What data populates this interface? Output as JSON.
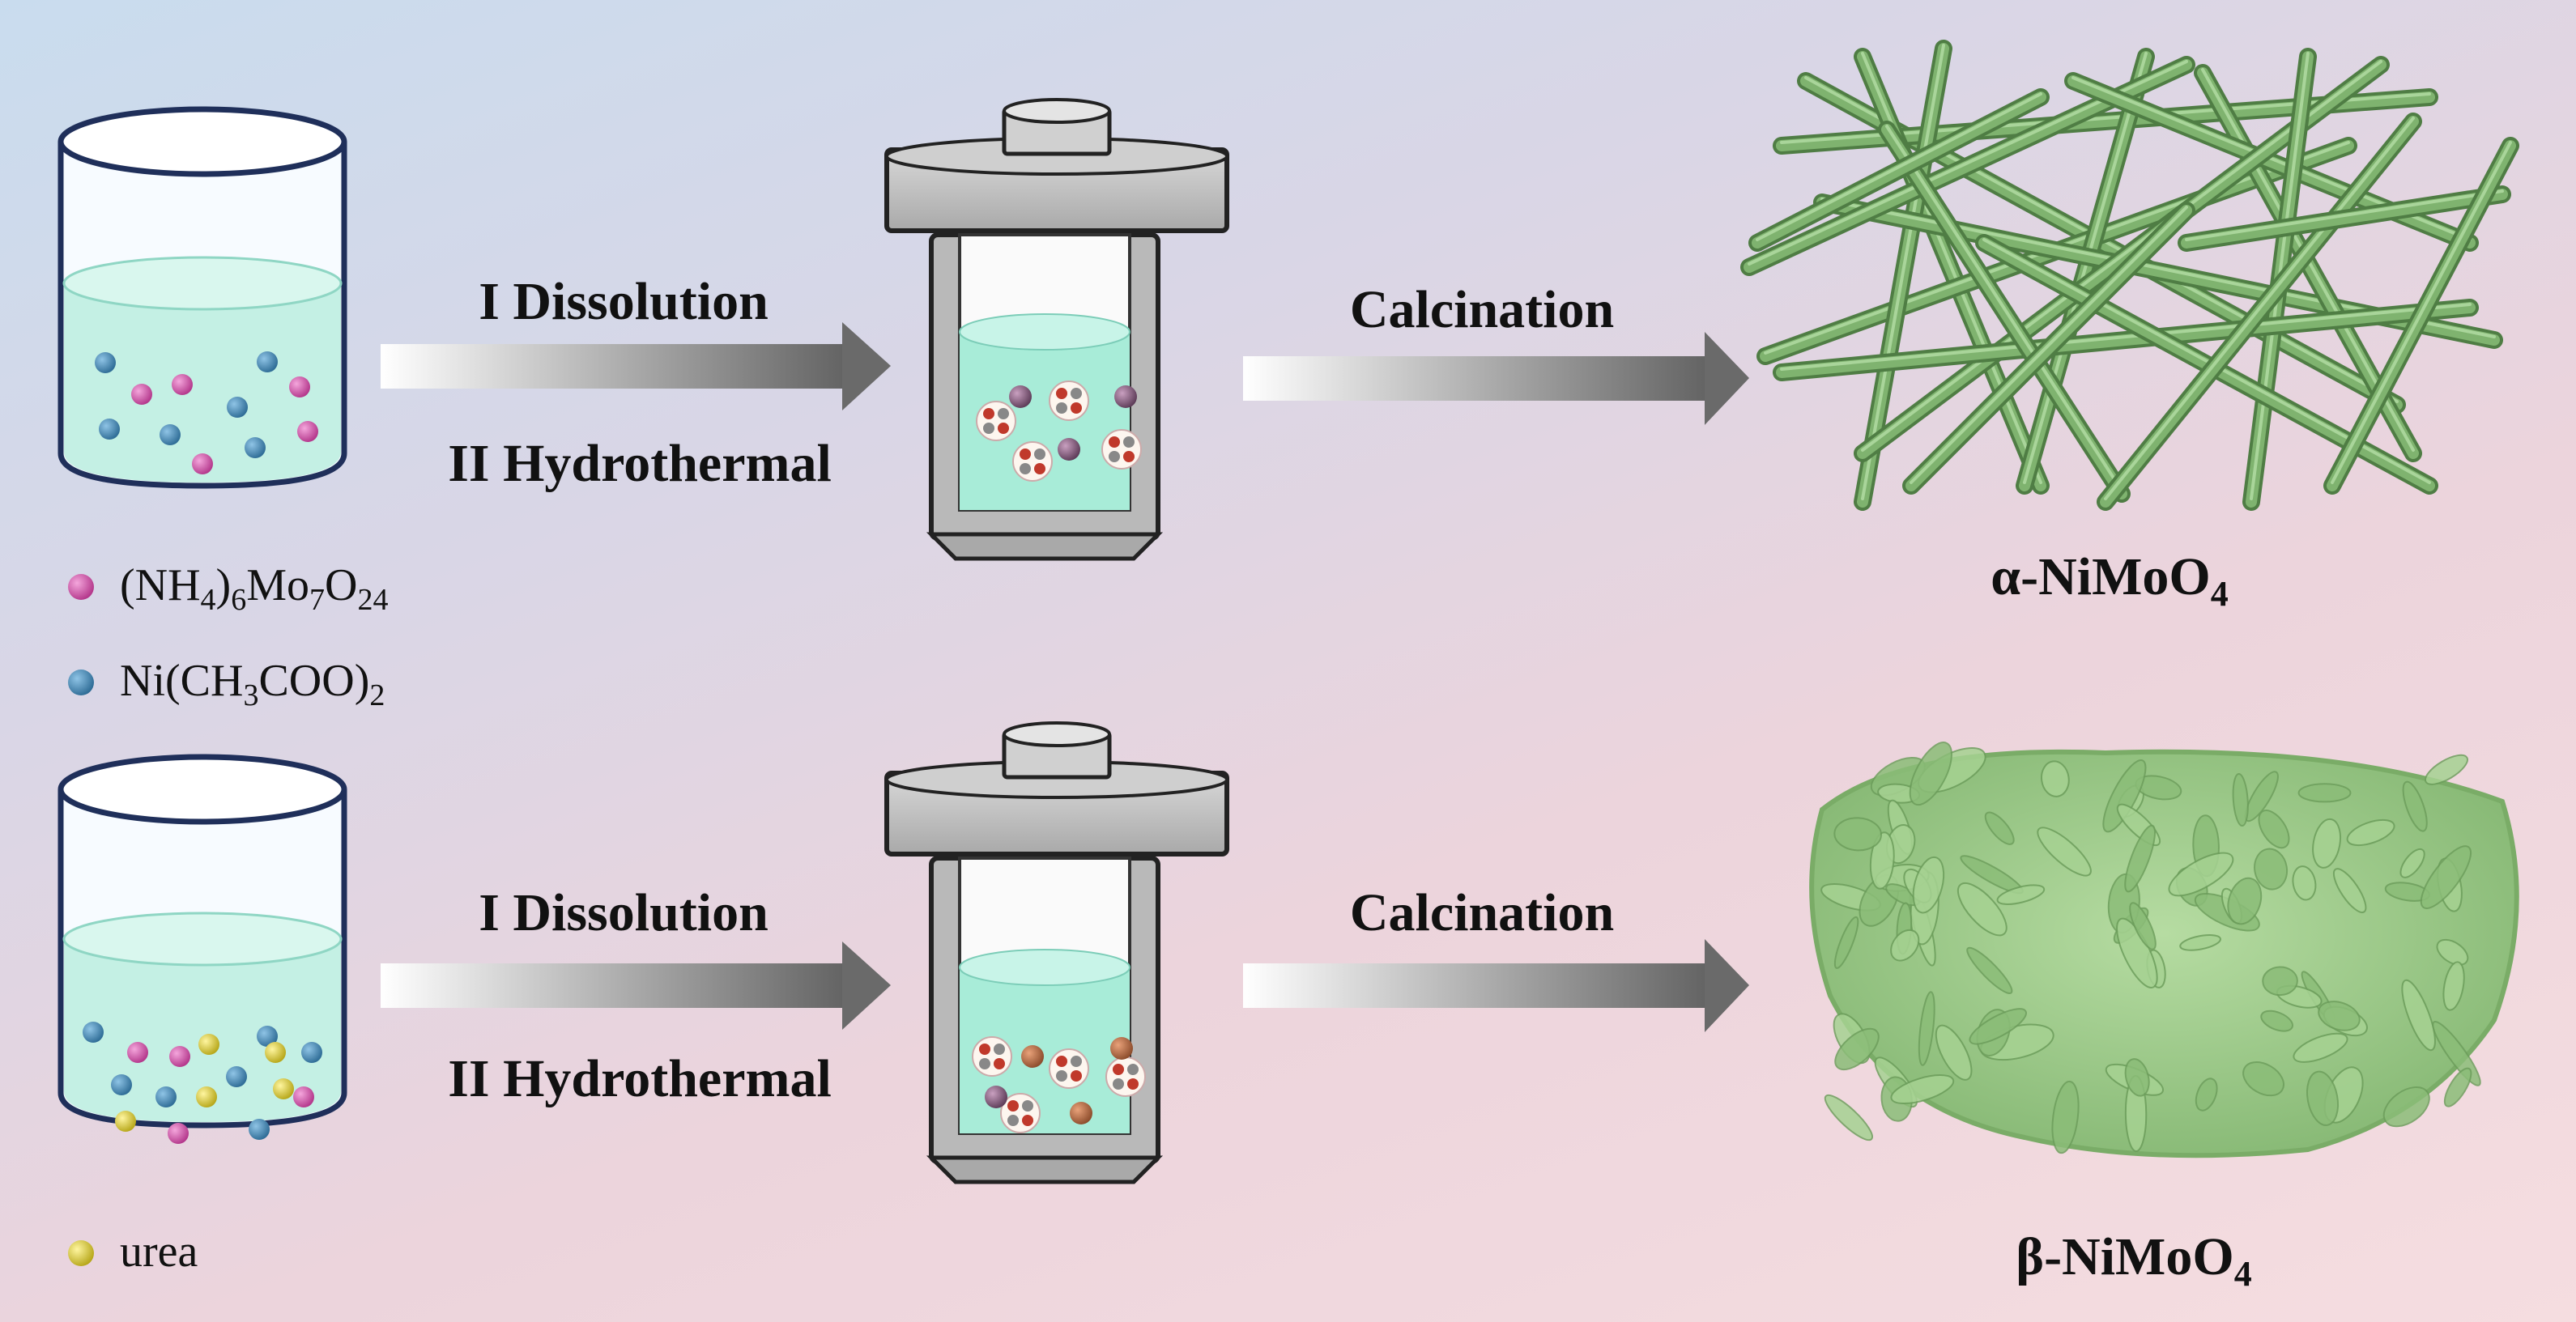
{
  "steps": {
    "dissolution": "I Dissolution",
    "hydrothermal": "II Hydrothermal",
    "calcination": "Calcination"
  },
  "legend": {
    "ammonium_molybdate": {
      "pre": "(NH",
      "s1": "4",
      "m1": ")",
      "s2": "6",
      "m2": "Mo",
      "s3": "7",
      "m3": "O",
      "s4": "24"
    },
    "nickel_acetate": {
      "pre": "Ni(CH",
      "s1": "3",
      "m1": "COO)",
      "s2": "2"
    },
    "urea": "urea"
  },
  "products": {
    "alpha": {
      "name": "α-NiMoO",
      "sub": "4"
    },
    "beta": {
      "name": "β-NiMoO",
      "sub": "4"
    }
  },
  "colors": {
    "mo_precursor": "#d64aa8",
    "ni_precursor": "#3f86b4",
    "urea": "#e8d93a",
    "liquid": "#b9efe0",
    "nanorod": "#6ea160",
    "nanosheet": "#9ecb8a",
    "arrow_dark": "#6f6f6f",
    "autoclave": "#bdbdbd"
  }
}
